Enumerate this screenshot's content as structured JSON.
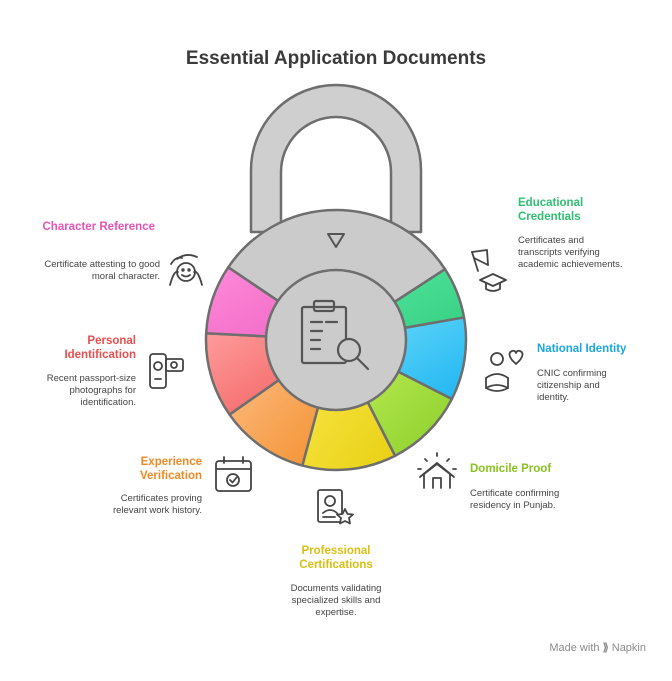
{
  "title": "Essential Application Documents",
  "items": [
    {
      "key": "character",
      "title": "Character Reference",
      "desc": "Certificate attesting to good moral character.",
      "color": "#f06cc8",
      "icon": "hands-smile-icon"
    },
    {
      "key": "educational",
      "title": "Educational Credentials",
      "desc": "Certificates and transcripts verifying academic achievements.",
      "color": "#45d98a",
      "icon": "graduation-cap-icon"
    },
    {
      "key": "national",
      "title": "National Identity",
      "desc": "CNIC confirming citizenship and identity.",
      "color": "#27b9f0",
      "icon": "flag-heart-icon"
    },
    {
      "key": "domicile",
      "title": "Domicile Proof",
      "desc": "Certificate confirming residency in Punjab.",
      "color": "#9ed63a",
      "icon": "house-icon"
    },
    {
      "key": "professional",
      "title": "Professional Certifications",
      "desc": "Documents validating specialized skills and expertise.",
      "color": "#e4cf1c",
      "icon": "certificate-star-icon"
    },
    {
      "key": "experience",
      "title": "Experience Verification",
      "desc": "Certificates proving relevant work history.",
      "color": "#f39a3a",
      "icon": "calendar-check-icon"
    },
    {
      "key": "personal",
      "title": "Personal Identification",
      "desc": "Recent passport-size photographs for identification.",
      "color": "#ef5f5f",
      "icon": "camera-icon"
    }
  ],
  "footer": {
    "made_with": "Made with",
    "brand": "Napkin"
  }
}
